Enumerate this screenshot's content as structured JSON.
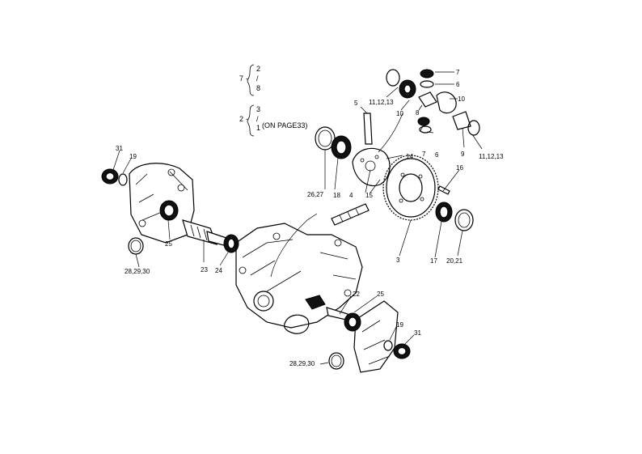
{
  "notes": {
    "group_7": {
      "prefix": "7",
      "items": [
        "2",
        "8"
      ]
    },
    "group_2": {
      "prefix": "2",
      "items": [
        "3",
        "1"
      ],
      "text": "(ON PAGE33)"
    }
  },
  "callouts": {
    "c7": "7",
    "c6a": "6",
    "c10a": "10",
    "c10b": "10",
    "c8": "8",
    "c11_top": "11,12,13",
    "c11_right": "11,12,13",
    "c7b": "7",
    "c6b": "6",
    "c9": "9",
    "c5": "5",
    "c14": "14",
    "c16": "16",
    "c26": "26,27",
    "c18": "18",
    "c4": "4",
    "c15": "15",
    "c3": "3",
    "c17": "17",
    "c20": "20,21",
    "c31_left": "31",
    "c19_left": "19",
    "c25_left": "25",
    "c28_left": "28,29,30",
    "c23": "23",
    "c24": "24",
    "c22": "22",
    "c25_right": "25",
    "c19_right": "19",
    "c31_right": "31",
    "c28_right": "28,29,30"
  }
}
